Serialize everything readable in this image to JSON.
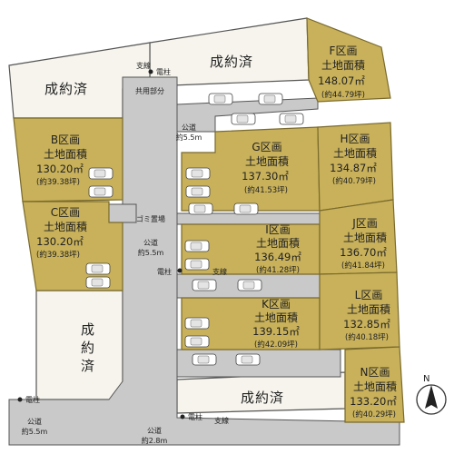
{
  "colors": {
    "lot_fill": "#c8b15a",
    "lot_stroke": "#7a6a2c",
    "sold_fill": "#f6f4ec",
    "road_fill": "#c9c9c9",
    "line": "#555555"
  },
  "lots": [
    {
      "id": "F",
      "name": "F区画",
      "label": "土地面積",
      "area": "148.07㎡",
      "tsubo": "(約44.79坪)"
    },
    {
      "id": "B",
      "name": "B区画",
      "label": "土地面積",
      "area": "130.20㎡",
      "tsubo": "(約39.38坪)"
    },
    {
      "id": "G",
      "name": "G区画",
      "label": "土地面積",
      "area": "137.30㎡",
      "tsubo": "(約41.53坪)"
    },
    {
      "id": "H",
      "name": "H区画",
      "label": "土地面積",
      "area": "134.87㎡",
      "tsubo": "(約40.79坪)"
    },
    {
      "id": "C",
      "name": "C区画",
      "label": "土地面積",
      "area": "130.20㎡",
      "tsubo": "(約39.38坪)"
    },
    {
      "id": "I",
      "name": "I区画",
      "label": "土地面積",
      "area": "136.49㎡",
      "tsubo": "(約41.28坪)"
    },
    {
      "id": "J",
      "name": "J区画",
      "label": "土地面積",
      "area": "136.70㎡",
      "tsubo": "(約41.84坪)"
    },
    {
      "id": "K",
      "name": "K区画",
      "label": "土地面積",
      "area": "139.15㎡",
      "tsubo": "(約42.09坪)"
    },
    {
      "id": "L",
      "name": "L区画",
      "label": "土地面積",
      "area": "132.85㎡",
      "tsubo": "(約40.18坪)"
    },
    {
      "id": "N",
      "name": "N区画",
      "label": "土地面積",
      "area": "133.20㎡",
      "tsubo": "(約40.29坪)"
    }
  ],
  "sold": {
    "top_center": "成約済",
    "top_left": "成約済",
    "left_1": "成",
    "left_2": "約",
    "left_3": "済",
    "bottom": "成約済"
  },
  "labels": {
    "common_area": "共用部分",
    "garbage": "ゴミ置場",
    "pole": "電柱",
    "branch": "支線",
    "road_public": "公道",
    "road_width_55": "約5.5m",
    "road_width_28": "約2.8m",
    "north": "N"
  }
}
